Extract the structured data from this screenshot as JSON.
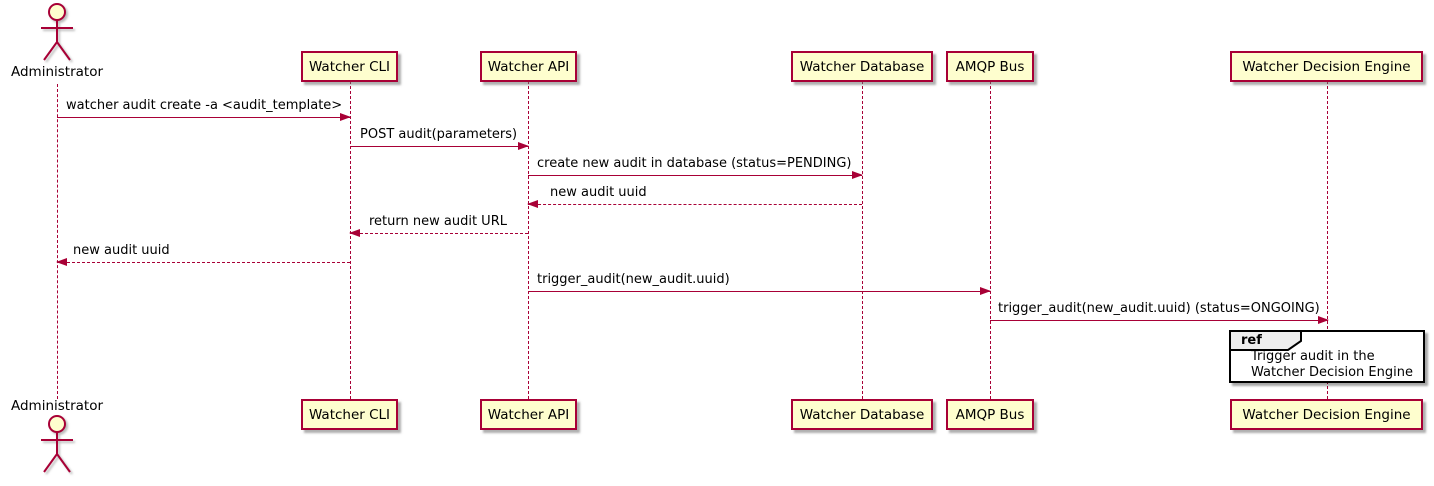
{
  "diagram": {
    "type": "sequence",
    "participants": [
      {
        "id": "administrator",
        "name": "Administrator",
        "kind": "actor"
      },
      {
        "id": "watcher-cli",
        "name": "Watcher CLI",
        "kind": "participant"
      },
      {
        "id": "watcher-api",
        "name": "Watcher API",
        "kind": "participant"
      },
      {
        "id": "watcher-database",
        "name": "Watcher Database",
        "kind": "participant"
      },
      {
        "id": "amqp-bus",
        "name": "AMQP Bus",
        "kind": "participant"
      },
      {
        "id": "watcher-decision-engine",
        "name": "Watcher Decision Engine",
        "kind": "participant"
      }
    ],
    "messages": [
      {
        "from": "Administrator",
        "to": "Watcher CLI",
        "label": "watcher audit create -a <audit_template>",
        "line": "solid"
      },
      {
        "from": "Watcher CLI",
        "to": "Watcher API",
        "label": "POST audit(parameters)",
        "line": "solid"
      },
      {
        "from": "Watcher API",
        "to": "Watcher Database",
        "label": "create new audit in database (status=PENDING)",
        "line": "solid"
      },
      {
        "from": "Watcher Database",
        "to": "Watcher API",
        "label": "new audit uuid",
        "line": "dashed"
      },
      {
        "from": "Watcher API",
        "to": "Watcher CLI",
        "label": "return new audit URL",
        "line": "dashed"
      },
      {
        "from": "Watcher CLI",
        "to": "Administrator",
        "label": "new audit uuid",
        "line": "dashed"
      },
      {
        "from": "Watcher API",
        "to": "AMQP Bus",
        "label": "trigger_audit(new_audit.uuid)",
        "line": "solid"
      },
      {
        "from": "AMQP Bus",
        "to": "Watcher Decision Engine",
        "label": "trigger_audit(new_audit.uuid) (status=ONGOING)",
        "line": "solid"
      }
    ],
    "ref_fragment": {
      "keyword": "ref",
      "over": "Watcher Decision Engine",
      "lines": [
        "Trigger audit in the",
        "Watcher Decision Engine"
      ]
    },
    "colors": {
      "participant_fill": "#FEFECE",
      "stroke": "#A80036",
      "ref_header_fill": "#EEEEEE",
      "ref_border": "#000000",
      "text": "#000000",
      "background": "#FFFFFF"
    }
  }
}
